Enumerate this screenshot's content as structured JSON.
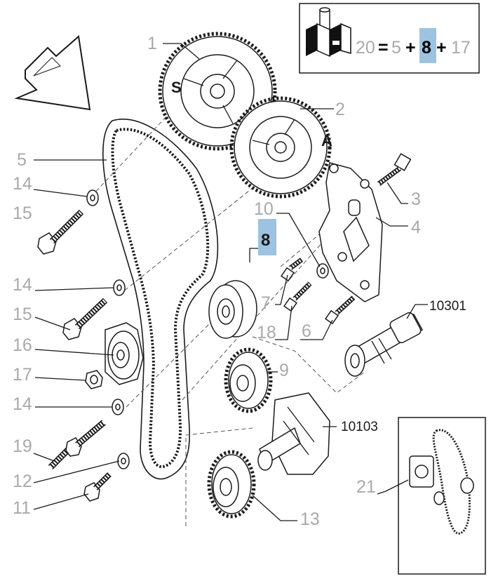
{
  "kit_formula": {
    "kit_number": "20",
    "equals": "=",
    "plus": "+",
    "part_a": "5",
    "part_b": "8",
    "part_c": "17",
    "highlight_color": "#9cc3e0"
  },
  "callouts": {
    "c1": "1",
    "c2": "2",
    "c3": "3",
    "c4": "4",
    "c5": "5",
    "c6": "6",
    "c7": "7",
    "c8": "8",
    "c9": "9",
    "c10": "10",
    "c11": "11",
    "c12": "12",
    "c13": "13",
    "c14a": "14",
    "c14b": "14",
    "c14c": "14",
    "c15a": "15",
    "c15b": "15",
    "c16": "16",
    "c17": "17",
    "c18": "18",
    "c19": "19",
    "c21": "21",
    "c10301": "10301",
    "c10103": "10103"
  },
  "labels": {
    "s_mark": "S",
    "a_mark": "A"
  },
  "icons": {
    "kit": "parts-kit-icon",
    "direction": "direction-arrow-icon"
  }
}
